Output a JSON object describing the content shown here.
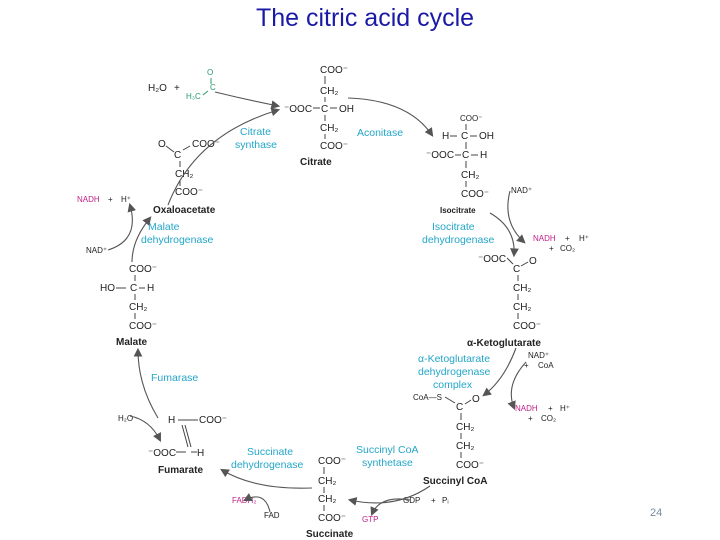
{
  "title": "The citric acid cycle",
  "page_number": "24",
  "colors": {
    "title": "#1a1aa6",
    "enzyme": "#23a6c9",
    "cofactor": "#c0208a",
    "structure": "#222222"
  },
  "intermediates": {
    "citrate": "Citrate",
    "isocitrate": "Isocitrate",
    "ketoglutarate": "α-Ketoglutarate",
    "succinyl_coa": "Succinyl CoA",
    "succinate": "Succinate",
    "fumarate": "Fumarate",
    "malate": "Malate",
    "oxaloacetate": "Oxaloacetate"
  },
  "enzymes": {
    "citrate_synthase": [
      "Citrate",
      "synthase"
    ],
    "aconitase": "Aconitase",
    "isocitrate_dh": [
      "Isocitrate",
      "dehydrogenase"
    ],
    "ketoglutarate_dh": [
      "α-Ketoglutarate",
      "dehydrogenase",
      "complex"
    ],
    "succinyl_coa_synthetase": [
      "Succinyl CoA",
      "synthetase"
    ],
    "succinate_dh": [
      "Succinate",
      "dehydrogenase"
    ],
    "fumarase": "Fumarase",
    "malate_dh": [
      "Malate",
      "dehydrogenase"
    ]
  },
  "cofactors": {
    "nadh": "NADH",
    "nad_plus": "NAD⁺",
    "h_plus": "H⁺",
    "plus": "+",
    "co2": "CO₂",
    "coa": "CoA",
    "gdp": "GDP",
    "pi": "Pᵢ",
    "gtp": "GTP",
    "fad": "FAD",
    "fadh2": "FADH₂",
    "h2o": "H₂O"
  },
  "groups": {
    "coo_minus": "COO⁻",
    "minus_ooc": "⁻OOC",
    "ch2": "CH₂",
    "c": "C",
    "o": "O",
    "oh": "OH",
    "h": "H",
    "ho": "HO",
    "h3c": "H₃C",
    "coa_s": "CoA—S"
  }
}
